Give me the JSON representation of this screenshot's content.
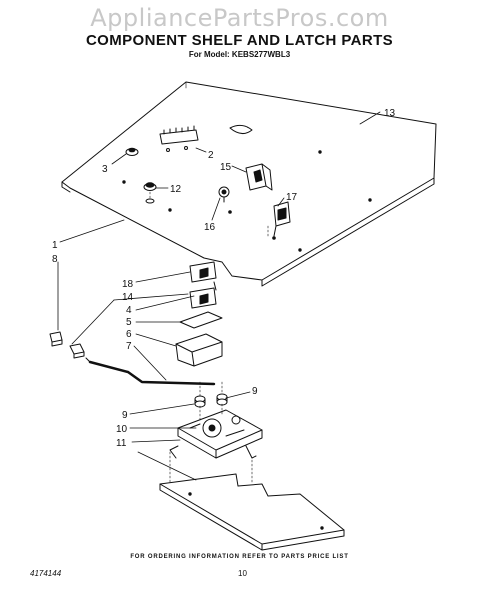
{
  "watermark": "AppliancePartsPros.com",
  "title": "COMPONENT SHELF AND LATCH PARTS",
  "subtitle": "For Model: KEBS277WBL3",
  "callouts": {
    "c1": "1",
    "c2": "2",
    "c3": "3",
    "c4": "4",
    "c5": "5",
    "c6": "6",
    "c7": "7",
    "c8": "8",
    "c9a": "9",
    "c9b": "9",
    "c10": "10",
    "c11": "11",
    "c12": "12",
    "c13": "13",
    "c14": "14",
    "c15": "15",
    "c16": "16",
    "c17": "17",
    "c18": "18"
  },
  "footer": {
    "note": "FOR ORDERING INFORMATION REFER TO PARTS PRICE LIST",
    "doc_number": "4174144",
    "page_number": "10"
  }
}
